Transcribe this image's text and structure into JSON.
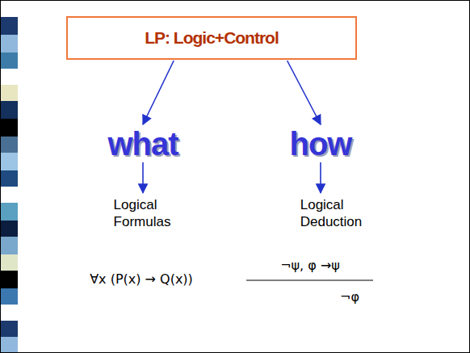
{
  "diagram": {
    "nodes": [
      {
        "text": [
          "LP: Logic+Control"
        ]
      },
      {
        "text": [
          "what"
        ]
      },
      {
        "text": [
          "how"
        ]
      },
      {
        "text": [
          "Logical Formulas"
        ]
      },
      {
        "text": [
          "Logical Deduction"
        ]
      }
    ],
    "edges": [
      {
        "from": 0,
        "to": 1,
        "arrow": "to"
      },
      {
        "from": 0,
        "to": 2,
        "arrow": "to"
      },
      {
        "from": 1,
        "to": 3,
        "arrow": "to"
      },
      {
        "from": 2,
        "to": 4,
        "arrow": "to"
      }
    ],
    "labels": [
      "∀x (P(x) → Q(x))",
      "¬ψ, φ →ψ",
      "¬φ"
    ]
  }
}
